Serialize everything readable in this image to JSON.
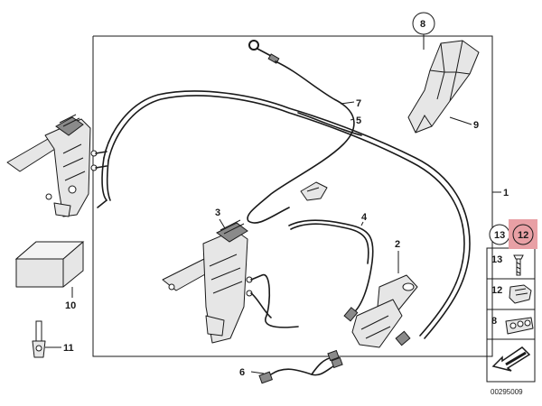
{
  "callouts": [
    {
      "id": "1",
      "text": "1"
    },
    {
      "id": "2",
      "text": "2"
    },
    {
      "id": "3",
      "text": "3"
    },
    {
      "id": "4",
      "text": "4"
    },
    {
      "id": "5",
      "text": "5"
    },
    {
      "id": "6",
      "text": "6"
    },
    {
      "id": "7",
      "text": "7"
    },
    {
      "id": "8",
      "text": "8"
    },
    {
      "id": "9",
      "text": "9"
    },
    {
      "id": "10",
      "text": "10"
    },
    {
      "id": "11",
      "text": "11"
    },
    {
      "id": "12",
      "text": "12"
    },
    {
      "id": "13",
      "text": "13"
    }
  ],
  "highlight_color": "#e8a0a5",
  "legend": {
    "rows": [
      "13",
      "12",
      "8"
    ]
  },
  "diagram_ref": "00295009"
}
